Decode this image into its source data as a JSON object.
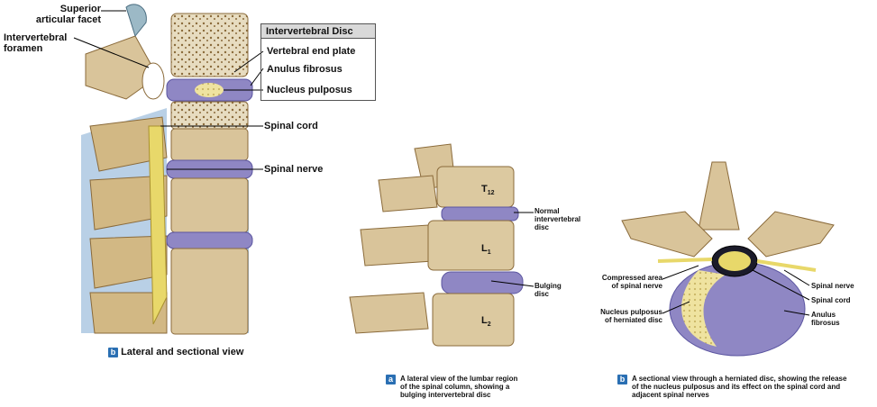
{
  "panel_b_left": {
    "labels": {
      "superior_articular_facet": [
        "Superior",
        "articular facet"
      ],
      "intervertebral_foramen": [
        "Intervertebral",
        "foramen"
      ],
      "box_title": "Intervertebral Disc",
      "vertebral_end_plate": "Vertebral end plate",
      "anulus_fibrosus": "Anulus fibrosus",
      "nucleus_pulposus": "Nucleus pulposus",
      "spinal_cord": "Spinal cord",
      "spinal_nerve": "Spinal nerve"
    },
    "badge": "b",
    "caption": "Lateral and sectional view"
  },
  "panel_a": {
    "vertebra_labels": {
      "t12": "T",
      "t12_sub": "12",
      "l1": "L",
      "l1_sub": "1",
      "l2": "L",
      "l2_sub": "2"
    },
    "labels": {
      "normal_disc": [
        "Normal",
        "intervertebral",
        "disc"
      ],
      "bulging_disc": [
        "Bulging",
        "disc"
      ]
    },
    "badge": "a",
    "caption": [
      "A lateral view of the lumbar region",
      "of the spinal column, showing a",
      "bulging intervertebral disc"
    ]
  },
  "panel_b_right": {
    "labels": {
      "compressed_area": [
        "Compressed area",
        "of spinal nerve"
      ],
      "nucleus_herniated": [
        "Nucleus pulposus",
        "of herniated disc"
      ],
      "spinal_nerve": "Spinal nerve",
      "spinal_cord": "Spinal cord",
      "anulus_fibrosus": [
        "Anulus",
        "fibrosus"
      ]
    },
    "badge": "b",
    "caption": [
      "A sectional view through a herniated disc, showing the release",
      "of the nucleus pulposus and its effect on the spinal cord and",
      "adjacent spinal nerves"
    ]
  },
  "colors": {
    "bone": "#d9c49a",
    "bone_dark": "#a88c5a",
    "disc": "#8f87c4",
    "nucleus": "#efe3a0",
    "cord": "#a7c4e0",
    "nerve": "#e8d86a",
    "badge": "#2a6fb3"
  }
}
